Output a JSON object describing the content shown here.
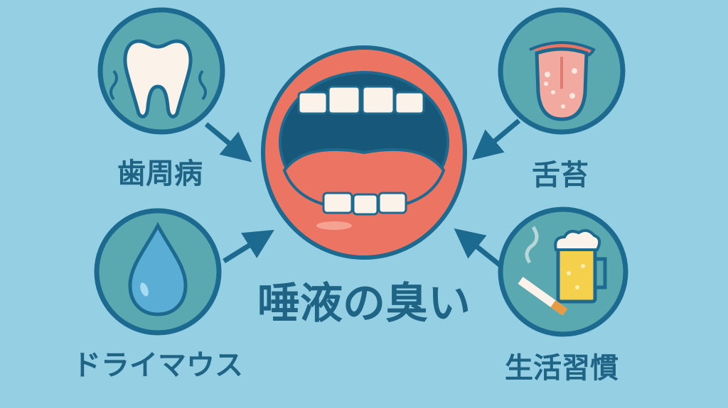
{
  "title": "唾液の臭い",
  "causes": [
    {
      "label": "歯周病",
      "icon": "tooth-icon"
    },
    {
      "label": "舌苔",
      "icon": "tongue-icon"
    },
    {
      "label": "ドライマウス",
      "icon": "water-drop-icon"
    },
    {
      "label": "生活習慣",
      "icon": "beer-cigarette-icon"
    }
  ],
  "colors": {
    "background": "#94cfe3",
    "circle": "#5aa8b0",
    "stroke": "#1c6a8f",
    "text": "#1f6484",
    "lips": "#ec7463"
  }
}
